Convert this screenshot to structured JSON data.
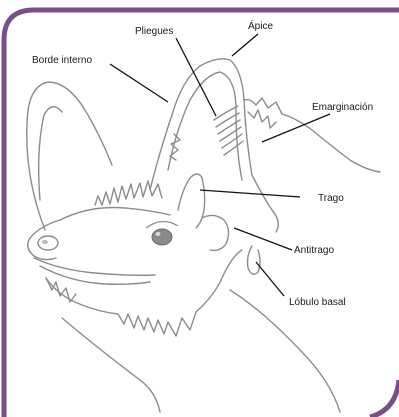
{
  "labels": {
    "pliegues": "Pliegues",
    "apice": "Ápice",
    "borde_interno": "Borde interno",
    "emarginacion": "Emarginación",
    "trago": "Trago",
    "antitrago": "Antitrago",
    "lobulo_basal": "Lóbulo basal"
  },
  "colors": {
    "frame": "#7a4e8c",
    "outline": "#8c8c8c",
    "eye": "#8a8a8a",
    "leader": "#111111"
  }
}
